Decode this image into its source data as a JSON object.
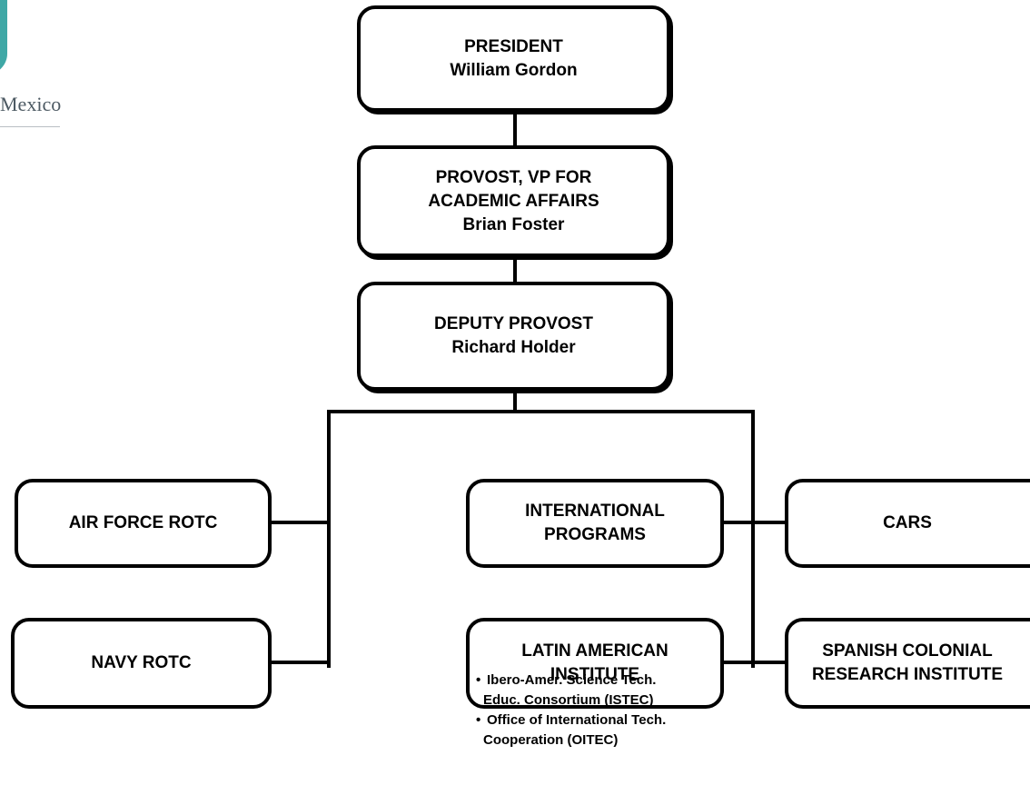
{
  "logo": {
    "text": "Mexico",
    "colors": {
      "mark": "#3fa8a6",
      "text": "#4d5a63"
    }
  },
  "president": {
    "title": "PRESIDENT",
    "name": "William Gordon"
  },
  "provost": {
    "title_line1": "PROVOST, VP FOR",
    "title_line2": "ACADEMIC AFFAIRS",
    "name": "Brian Foster"
  },
  "deputy": {
    "title": "DEPUTY PROVOST",
    "name": "Richard Holder"
  },
  "units": {
    "air_force": "AIR FORCE ROTC",
    "navy": "NAVY ROTC",
    "international": {
      "line1": "INTERNATIONAL",
      "line2": "PROGRAMS"
    },
    "cars": "CARS",
    "latin_american": {
      "line1": "LATIN AMERICAN",
      "line2": "INSTITUTE"
    },
    "spanish_colonial": {
      "line1": "SPANISH COLONIAL",
      "line2": "RESEARCH INSTITUTE"
    }
  },
  "latin_american_subunits": [
    {
      "bullet": "•",
      "line1": "Ibero-Amer. Science Tech.",
      "line2": "Educ. Consortium (ISTEC)"
    },
    {
      "bullet": "•",
      "line1": "Office of International Tech.",
      "line2": "Cooperation (OITEC)"
    }
  ]
}
